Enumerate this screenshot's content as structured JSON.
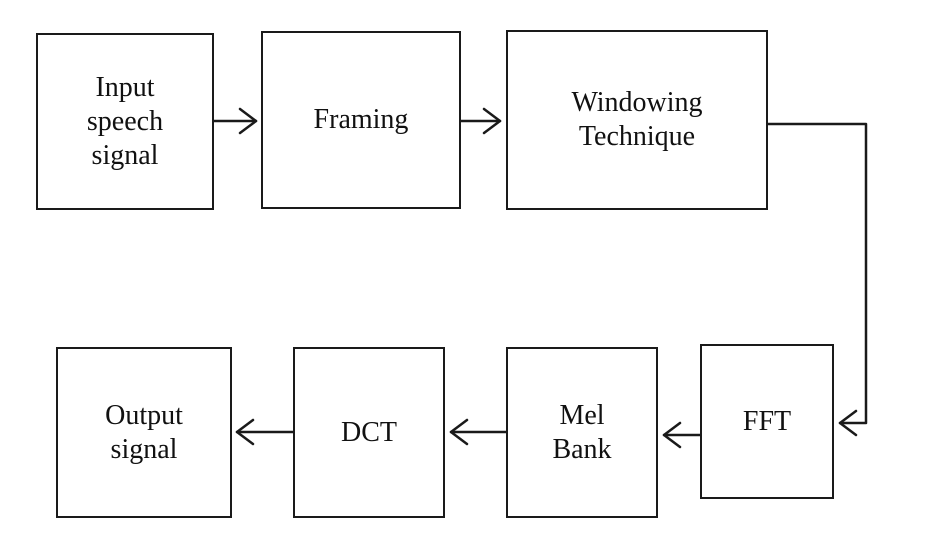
{
  "blocks": {
    "input": {
      "lines": [
        "Input",
        "speech",
        "signal"
      ]
    },
    "framing": {
      "lines": [
        "Framing"
      ]
    },
    "windowing": {
      "lines": [
        "Windowing",
        "Technique"
      ]
    },
    "fft": {
      "lines": [
        "FFT"
      ]
    },
    "mel": {
      "lines": [
        "Mel",
        "Bank"
      ]
    },
    "dct": {
      "lines": [
        "DCT"
      ]
    },
    "output": {
      "lines": [
        "Output",
        "signal"
      ]
    }
  },
  "colors": {
    "stroke": "#1a1a1a",
    "text": "#111111",
    "background": "#ffffff"
  }
}
